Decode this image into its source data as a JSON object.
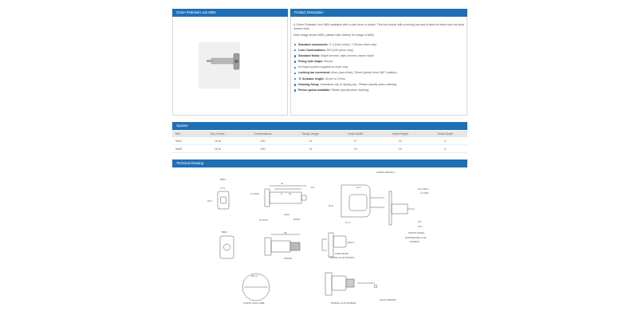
{
  "product_panel": {
    "title": "31mm Pedestal Lock 5804"
  },
  "description": {
    "title": "Product Description",
    "intro": "A 31mm Pedestal Lock 5804 available with a cam drive or pinion. This lock works with a locking bar and is ideal for items such as desk drawer units.",
    "main_image": "Main image shows 5804, please click Gallery for image of 5806.",
    "features": [
      {
        "label": "Standard movements:",
        "value": "3, 4 (Cam drive); 7 (Pinion drive only)"
      },
      {
        "label": "Lock Combinations:",
        "value": "200 (100 pinion only)"
      },
      {
        "label": "Standard finish:",
        "value": "Bright chrome, satin chrome, barrel nickel"
      },
      {
        "label": "Fixing hole shape:",
        "value": "Round"
      },
      {
        "label": "",
        "value": "M-Keyed system supplied to order only"
      },
      {
        "label": "Locking bar movement:",
        "value": "8mm (cam drive), 30mm (pinion drive 360° rotation)"
      },
      {
        "label": "'X' Actuator length:",
        "value": "41mm or 47mm"
      },
      {
        "label": "Housing fixing:",
        "value": "Horseshoe clip or Spring clip - Please specify when ordering"
      },
      {
        "label": "Pinion option available:",
        "value": "Please specify when ordering"
      }
    ]
  },
  "options": {
    "title": "Options",
    "headers": [
      "Ref.",
      "Key Series",
      "Combinations",
      "Body Length",
      "Head Width",
      "Head Height",
      "Head Depth"
    ],
    "rows": [
      [
        "5804",
        "18 M",
        "200",
        "31",
        "17",
        "23",
        "3"
      ],
      [
        "5806",
        "18 M",
        "200",
        "31",
        "16",
        "16",
        "5"
      ]
    ]
  },
  "technical": {
    "title": "Technical Drawing",
    "labels": {
      "top_5804": "5804",
      "fixing_details": "FIXING DETAILS",
      "dim_17": "17.5",
      "dim_23": "23.0",
      "dim_4ctrs": "4 CTRS",
      "dim_6ctrs": "6 CTRS",
      "cam": "CAM",
      "dim_41": "41",
      "dim_x": "X",
      "dim_31": "31",
      "dim_5": "5.5",
      "dim_dia": "Ø16.8",
      "dim_19": "19.7",
      "dim_20": "20.0",
      "dim_17_3": "17.3",
      "panel_max": "19.2 MAX",
      "panel_min": "1.0 MIN",
      "dim_3": "3.0",
      "dim_16": "16.4",
      "front_panel": "FRONT PANEL",
      "horseshoe": "HORSESHOE CLIP",
      "horseshoe_code": "8135092",
      "mid_5806": "5806",
      "dim_45": "45",
      "dim_215": "Ø21.5",
      "pinion": "PINION",
      "side_panel": "SIDE PANEL",
      "spring_clip_side": "SPRING CLIP 8135461",
      "fixing_hole": "FIXING HOLE SIZE",
      "dim_275": "Ø27.5",
      "spring_clip": "SPRING CLIP 8135461",
      "rack": "RACK 8006097"
    }
  },
  "colors": {
    "accent": "#1f6fb5",
    "table_header": "#e6e6e6"
  }
}
